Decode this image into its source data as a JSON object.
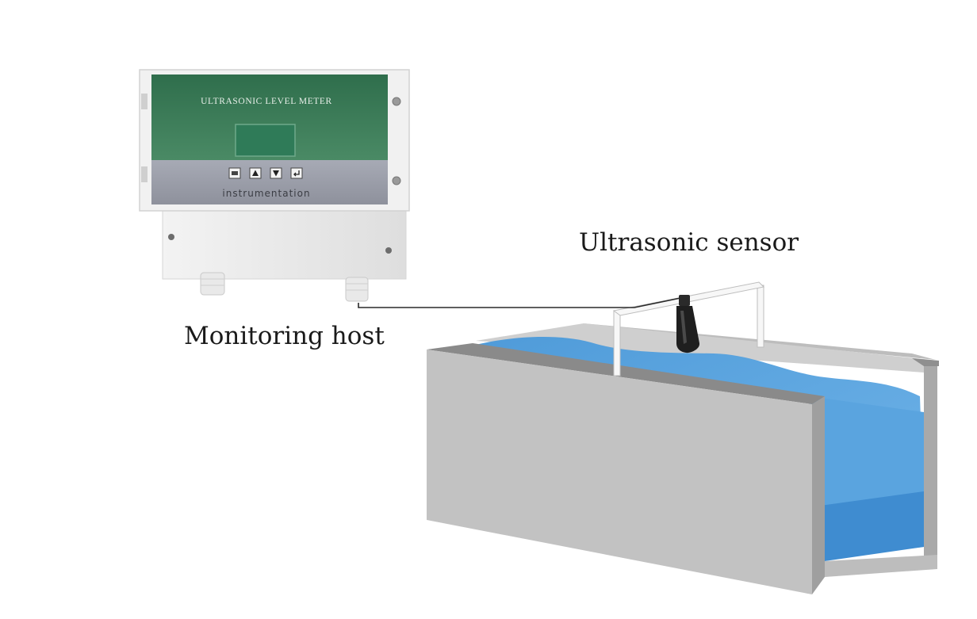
{
  "labels": {
    "monitoring_host": "Monitoring host",
    "ultrasonic_sensor": "Ultrasonic sensor"
  },
  "device": {
    "panel_title": "ULTRASONIC LEVEL METER",
    "brand": "instrumentation",
    "buttons": [
      {
        "name": "mode-button",
        "glyph": "▭"
      },
      {
        "name": "up-button",
        "glyph": "▲"
      },
      {
        "name": "down-button",
        "glyph": "▼"
      },
      {
        "name": "enter-button",
        "glyph": "↵"
      }
    ]
  },
  "colors": {
    "panel_green": "#3c7a57",
    "panel_grey": "#9fa2ad",
    "enclosure": "#ececec",
    "water": "#5ea8e2",
    "channel_wall": "#c3c3c3",
    "channel_wall_dark": "#8f8f8f",
    "lcd": "#2f7b58"
  }
}
